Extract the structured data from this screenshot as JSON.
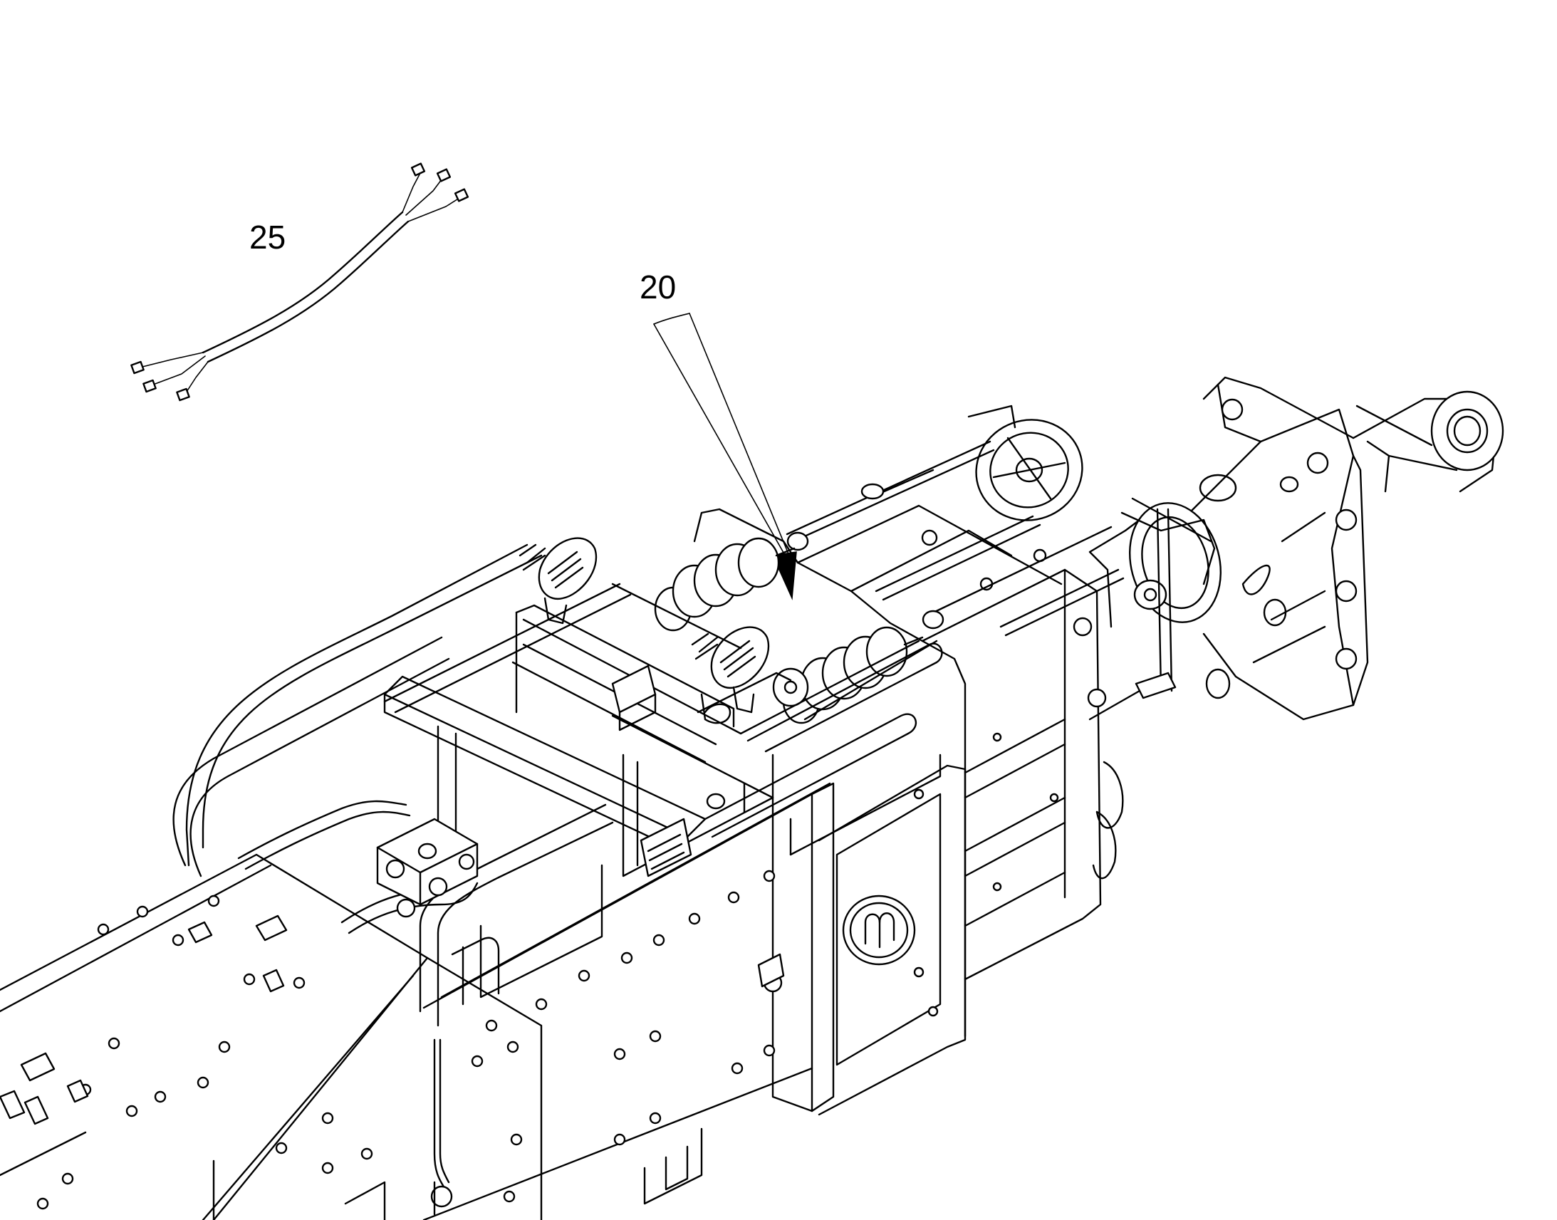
{
  "callouts": [
    {
      "id": "25",
      "label": "25",
      "part": "wiring-harness"
    },
    {
      "id": "20",
      "label": "20",
      "part": "boom-head-assembly"
    }
  ],
  "colors": {
    "line": "#000000",
    "background": "#ffffff"
  },
  "icons": {
    "logo": "brand-logo-icon"
  }
}
